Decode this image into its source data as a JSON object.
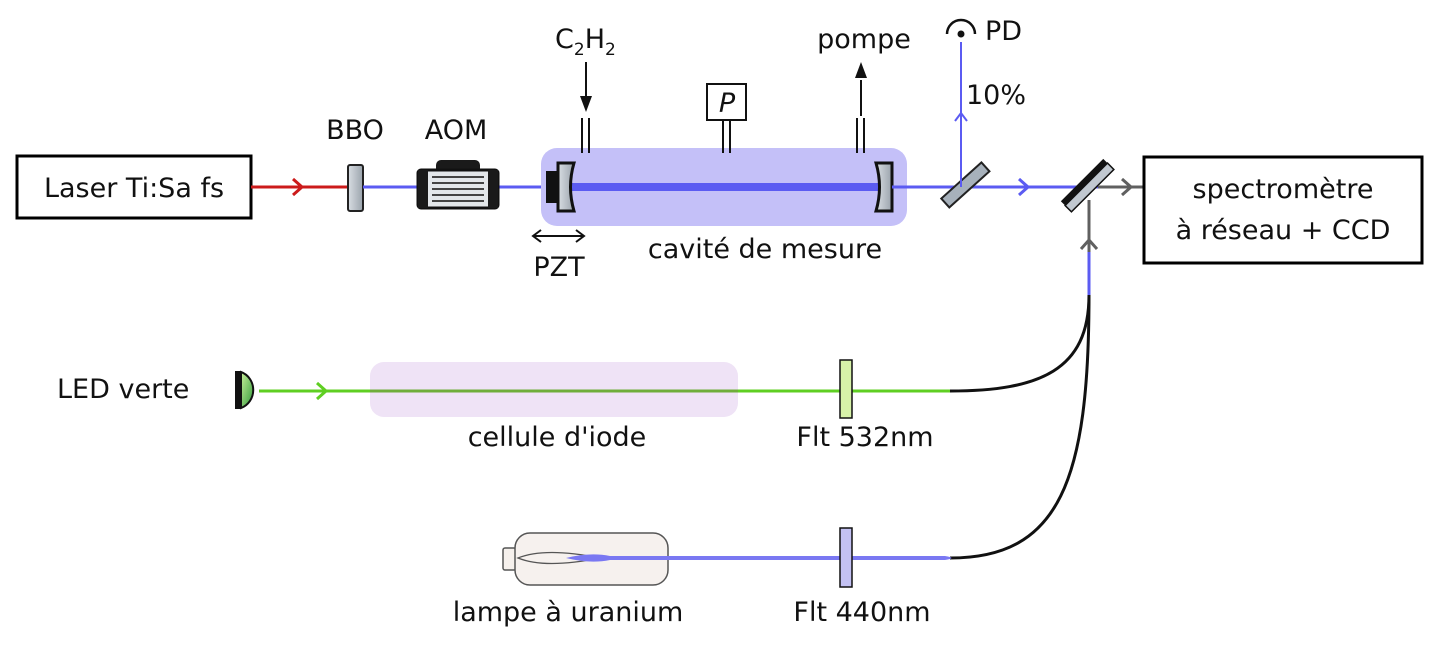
{
  "colors": {
    "beam_blue": "#5b5bf2",
    "beam_red": "#cc1b1b",
    "beam_green": "#5fcf22",
    "fiber_black": "#111111",
    "cavity_fill": "#c4c0f8",
    "iodine_fill": "#efe3f6",
    "component_grey": "#b7bec6",
    "green_filter": "#d7f2a8",
    "blue_filter": "#c3c1f3",
    "led_green": "#2f9a3a"
  },
  "labels": {
    "laser": "Laser Ti:Sa fs",
    "bbo": "BBO",
    "aom": "AOM",
    "pzt": "PZT",
    "cavity": "cavité de mesure",
    "gas_main": "C",
    "gas_sub1": "2",
    "gas_mid": "H",
    "gas_sub2": "2",
    "pressure": "P",
    "pump": "pompe",
    "pd": "PD",
    "pd_fraction": "10%",
    "spectrometer_line1": "spectromètre",
    "spectrometer_line2": "à réseau + CCD",
    "led": "LED verte",
    "iodine_cell": "cellule d'iode",
    "filter_green": "Flt 532nm",
    "uranium_lamp": "lampe à uranium",
    "filter_blue": "Flt 440nm"
  },
  "icons": {
    "photodiode": "photodiode-icon",
    "led": "led-icon",
    "lamp": "lamp-icon",
    "aom": "aom-icon",
    "mirror": "mirror-icon"
  }
}
